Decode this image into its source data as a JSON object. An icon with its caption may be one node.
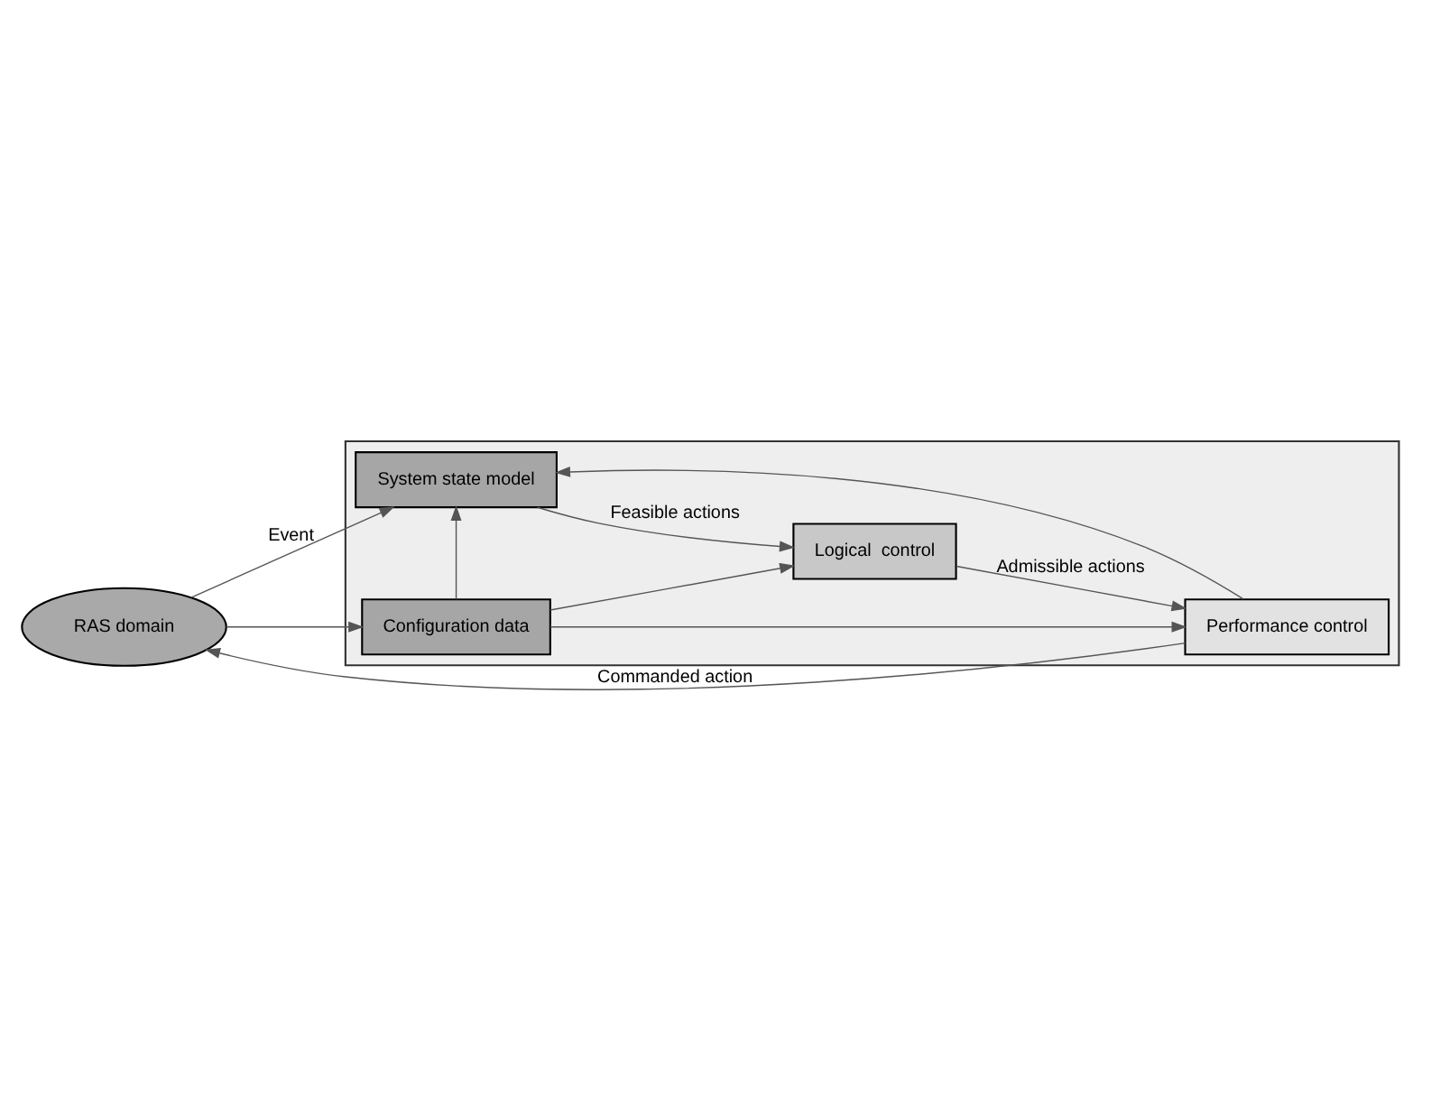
{
  "diagram": {
    "nodes": [
      {
        "text": [],
        "shape": "box"
      },
      {
        "text": [
          "System state model"
        ],
        "in": 0
      },
      {
        "text": [
          "Logical  control"
        ],
        "in": 0
      },
      {
        "text": [
          "Performance control"
        ],
        "in": 0
      },
      {
        "text": [
          "Configuration data"
        ],
        "in": 0
      },
      {
        "text": [
          "RAS domain"
        ]
      }
    ],
    "edges": [
      {
        "from": 5,
        "to": 1,
        "arrow": "to",
        "label": "Event"
      },
      {
        "from": 5,
        "to": 4,
        "arrow": "to"
      },
      {
        "from": 1,
        "to": 2,
        "arrow": "to",
        "label": "Feasible actions"
      },
      {
        "from": 2,
        "to": 3,
        "arrow": "to",
        "label": "Admissible actions"
      },
      {
        "from": 3,
        "to": 1,
        "arrow": "to"
      },
      {
        "from": 4,
        "to": 1,
        "arrow": "to"
      },
      {
        "from": 4,
        "to": 2,
        "arrow": "to"
      },
      {
        "from": 4,
        "to": 3,
        "arrow": "to"
      },
      {
        "from": 3,
        "to": 5,
        "arrow": "to",
        "label": "Commanded action"
      }
    ]
  }
}
